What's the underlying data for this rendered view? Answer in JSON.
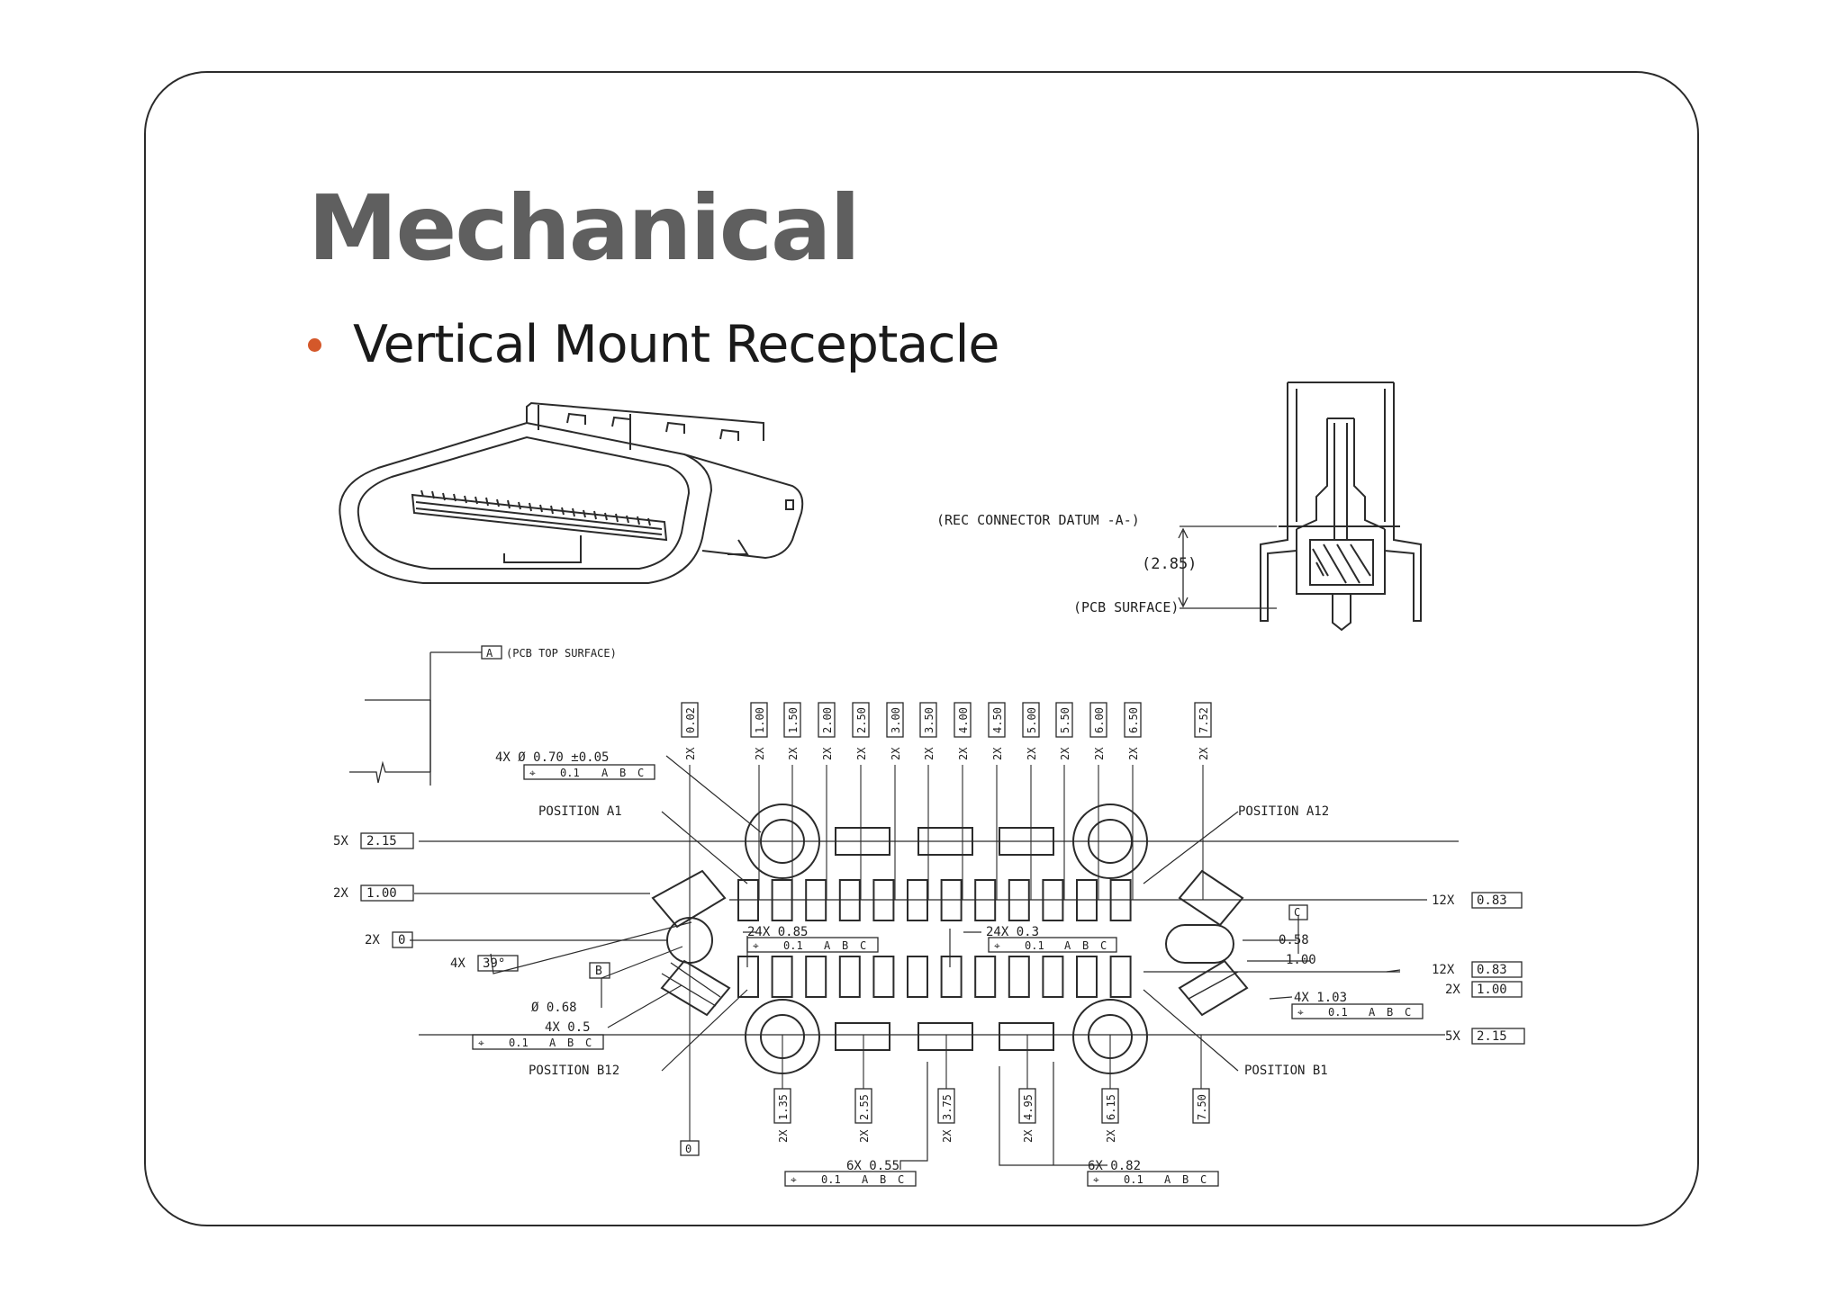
{
  "slide": {
    "title": "Mechanical",
    "bullet": "Vertical Mount Receptacle"
  },
  "colors": {
    "title": "#5f5f5f",
    "bullet": "#d4582a",
    "line": "#2b2b2b"
  },
  "side_view": {
    "datum_label": "(REC CONNECTOR DATUM -A-)",
    "height_label": "(2.85)",
    "surface_label": "(PCB SURFACE)"
  },
  "footprint": {
    "pcb_top_surface": "(PCB TOP SURFACE)",
    "datum_a": "A",
    "top_dims": [
      "0.02",
      "1.00",
      "1.50",
      "2.00",
      "2.50",
      "3.00",
      "3.50",
      "4.00",
      "4.50",
      "5.00",
      "5.50",
      "6.00",
      "6.50",
      "7.52"
    ],
    "top_count": "2X",
    "bottom_dims": [
      "1.35",
      "2.55",
      "3.75",
      "4.95",
      "6.15",
      "7.50"
    ],
    "bottom_count": "2X",
    "zero_label": "0",
    "hole_spec": "4X Ø 0.70 ±0.05",
    "position_a1": "POSITION A1",
    "position_a12": "POSITION A12",
    "position_b12": "POSITION B12",
    "position_b1": "POSITION B1",
    "left_5x": "5X",
    "left_5x_val": "2.15",
    "left_2x_a": "2X",
    "left_2x_a_val": "1.00",
    "left_2x_b": "2X",
    "left_2x_b_val": "0",
    "angle_count": "4X",
    "angle_val": "39°",
    "datum_b": "B",
    "datum_c": "C",
    "hole_dia": "Ø 0.68",
    "slot_4x": "4X 0.5",
    "pitch_24x_a": "24X 0.85",
    "pitch_24x_b": "24X 0.3",
    "right_12x_a": "12X",
    "right_12x_a_val": "0.83",
    "right_12x_b": "12X",
    "right_12x_b_val": "0.83",
    "right_2x": "2X",
    "right_2x_val": "1.00",
    "right_4x": "4X 1.03",
    "right_5x": "5X",
    "right_5x_val": "2.15",
    "val_058": "0.58",
    "val_100": "1.00",
    "bot_6x_a": "6X 0.55",
    "bot_6x_b": "6X 0.82",
    "fcf_pos": "⌖",
    "fcf_tol": "0.1",
    "fcf_a": "A",
    "fcf_b": "B",
    "fcf_c": "C"
  }
}
